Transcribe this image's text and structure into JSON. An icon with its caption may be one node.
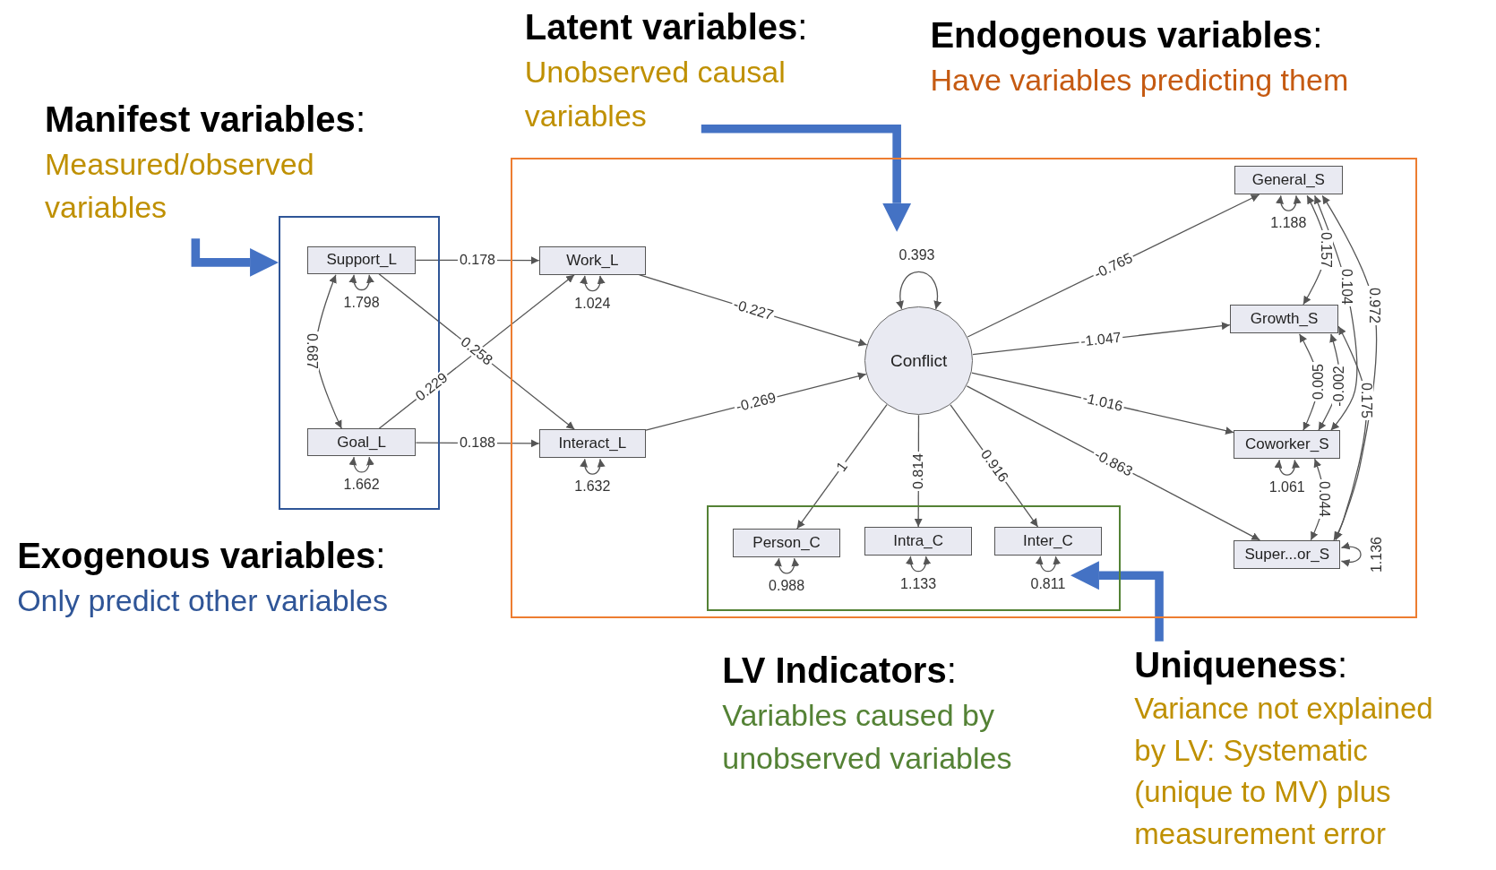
{
  "diagram": {
    "nodes": [
      {
        "text": [
          "**Manifest variables**:",
          "Measured/observed variables"
        ]
      },
      {
        "text": [
          "**Latent variables**:",
          "Unobserved causal variables"
        ]
      },
      {
        "text": [],
        "shape": "box",
        "beside": [
          "**Endogenous variables**:",
          "Have variables predicting them"
        ]
      },
      {
        "text": [],
        "shape": "box",
        "beside": [
          "**Exogenous variables**:",
          "Only predict other variables"
        ]
      },
      {
        "text": [
          "Support_L"
        ],
        "in": 3
      },
      {
        "text": [
          "Goal_L"
        ],
        "in": 3
      },
      {
        "text": [
          "Work_L"
        ],
        "in": 2
      },
      {
        "text": [
          "Interact_L"
        ],
        "in": 2
      },
      {
        "text": [
          "Conflict"
        ],
        "in": 2
      },
      {
        "text": [],
        "shape": "box",
        "in": 2,
        "beside": [
          "**LV Indicators**:",
          "Variables caused by unobserved variables"
        ]
      },
      {
        "text": [
          "Person_C"
        ],
        "in": 9
      },
      {
        "text": [
          "Intra_C"
        ],
        "in": 9
      },
      {
        "text": [
          "Inter_C"
        ],
        "in": 9
      },
      {
        "text": [
          "General_S"
        ],
        "in": 2
      },
      {
        "text": [
          "Growth_S"
        ],
        "in": 2
      },
      {
        "text": [
          "Coworker_S"
        ],
        "in": 2
      },
      {
        "text": [
          "Super...or_S"
        ],
        "in": 2
      },
      {
        "text": [
          "**Uniqueness**:",
          "Variance not explained by LV: Systematic (unique to MV) plus measurement error"
        ]
      }
    ],
    "edges": [
      {
        "from": 4,
        "to": 6,
        "arrow": "to",
        "label": "0.178"
      },
      {
        "from": 4,
        "to": 7,
        "arrow": "to",
        "label": "0.258"
      },
      {
        "from": 5,
        "to": 6,
        "arrow": "to",
        "label": "0.229"
      },
      {
        "from": 5,
        "to": 7,
        "arrow": "to",
        "label": "0.188"
      },
      {
        "from": 4,
        "to": 5,
        "arrow": "both",
        "label": "0.687"
      },
      {
        "from": 6,
        "to": 8,
        "arrow": "to",
        "label": "-0.227"
      },
      {
        "from": 7,
        "to": 8,
        "arrow": "to",
        "label": "-0.269"
      },
      {
        "from": 8,
        "to": 13,
        "arrow": "to",
        "label": "-0.765"
      },
      {
        "from": 8,
        "to": 14,
        "arrow": "to",
        "label": "-1.047"
      },
      {
        "from": 8,
        "to": 15,
        "arrow": "to",
        "label": "-1.016"
      },
      {
        "from": 8,
        "to": 16,
        "arrow": "to",
        "label": "-0.863"
      },
      {
        "from": 8,
        "to": 10,
        "arrow": "to",
        "label": "1"
      },
      {
        "from": 8,
        "to": 11,
        "arrow": "to",
        "label": "0.814"
      },
      {
        "from": 8,
        "to": 12,
        "arrow": "to",
        "label": "0.916"
      },
      {
        "from": 13,
        "to": 14,
        "arrow": "both",
        "label": "0.157"
      },
      {
        "from": 13,
        "to": 15,
        "arrow": "both",
        "label": "0.104"
      },
      {
        "from": 13,
        "to": 16,
        "arrow": "both",
        "label": "0.972"
      },
      {
        "from": 14,
        "to": 15,
        "arrow": "both",
        "label": "0.005"
      },
      {
        "from": 14,
        "to": 15,
        "arrow": "both",
        "label": "-0.002"
      },
      {
        "from": 14,
        "to": 16,
        "arrow": "both",
        "label": "0.175"
      },
      {
        "from": 15,
        "to": 16,
        "arrow": "both",
        "label": "0.044"
      },
      {
        "from": 4,
        "to": 4,
        "arrow": "both",
        "label": "1.798"
      },
      {
        "from": 5,
        "to": 5,
        "arrow": "both",
        "label": "1.662"
      },
      {
        "from": 6,
        "to": 6,
        "arrow": "both",
        "label": "1.024"
      },
      {
        "from": 7,
        "to": 7,
        "arrow": "both",
        "label": "1.632"
      },
      {
        "from": 8,
        "to": 8,
        "arrow": "both",
        "label": "0.393"
      },
      {
        "from": 10,
        "to": 10,
        "arrow": "both",
        "label": "0.988"
      },
      {
        "from": 11,
        "to": 11,
        "arrow": "both",
        "label": "1.133"
      },
      {
        "from": 12,
        "to": 12,
        "arrow": "both",
        "label": "0.811"
      },
      {
        "from": 13,
        "to": 13,
        "arrow": "both",
        "label": "1.188"
      },
      {
        "from": 15,
        "to": 15,
        "arrow": "both",
        "label": "1.061"
      },
      {
        "from": 16,
        "to": 16,
        "arrow": "both",
        "label": "1.136"
      },
      {
        "from": 0,
        "to": 3,
        "arrow": "to",
        "style": "thick",
        "color": "#4472c4"
      },
      {
        "from": 1,
        "to": 8,
        "arrow": "to",
        "style": "thick",
        "color": "#4472c4"
      },
      {
        "from": 17,
        "to": 12,
        "arrow": "to",
        "style": "thick",
        "color": "#4472c4"
      }
    ]
  }
}
